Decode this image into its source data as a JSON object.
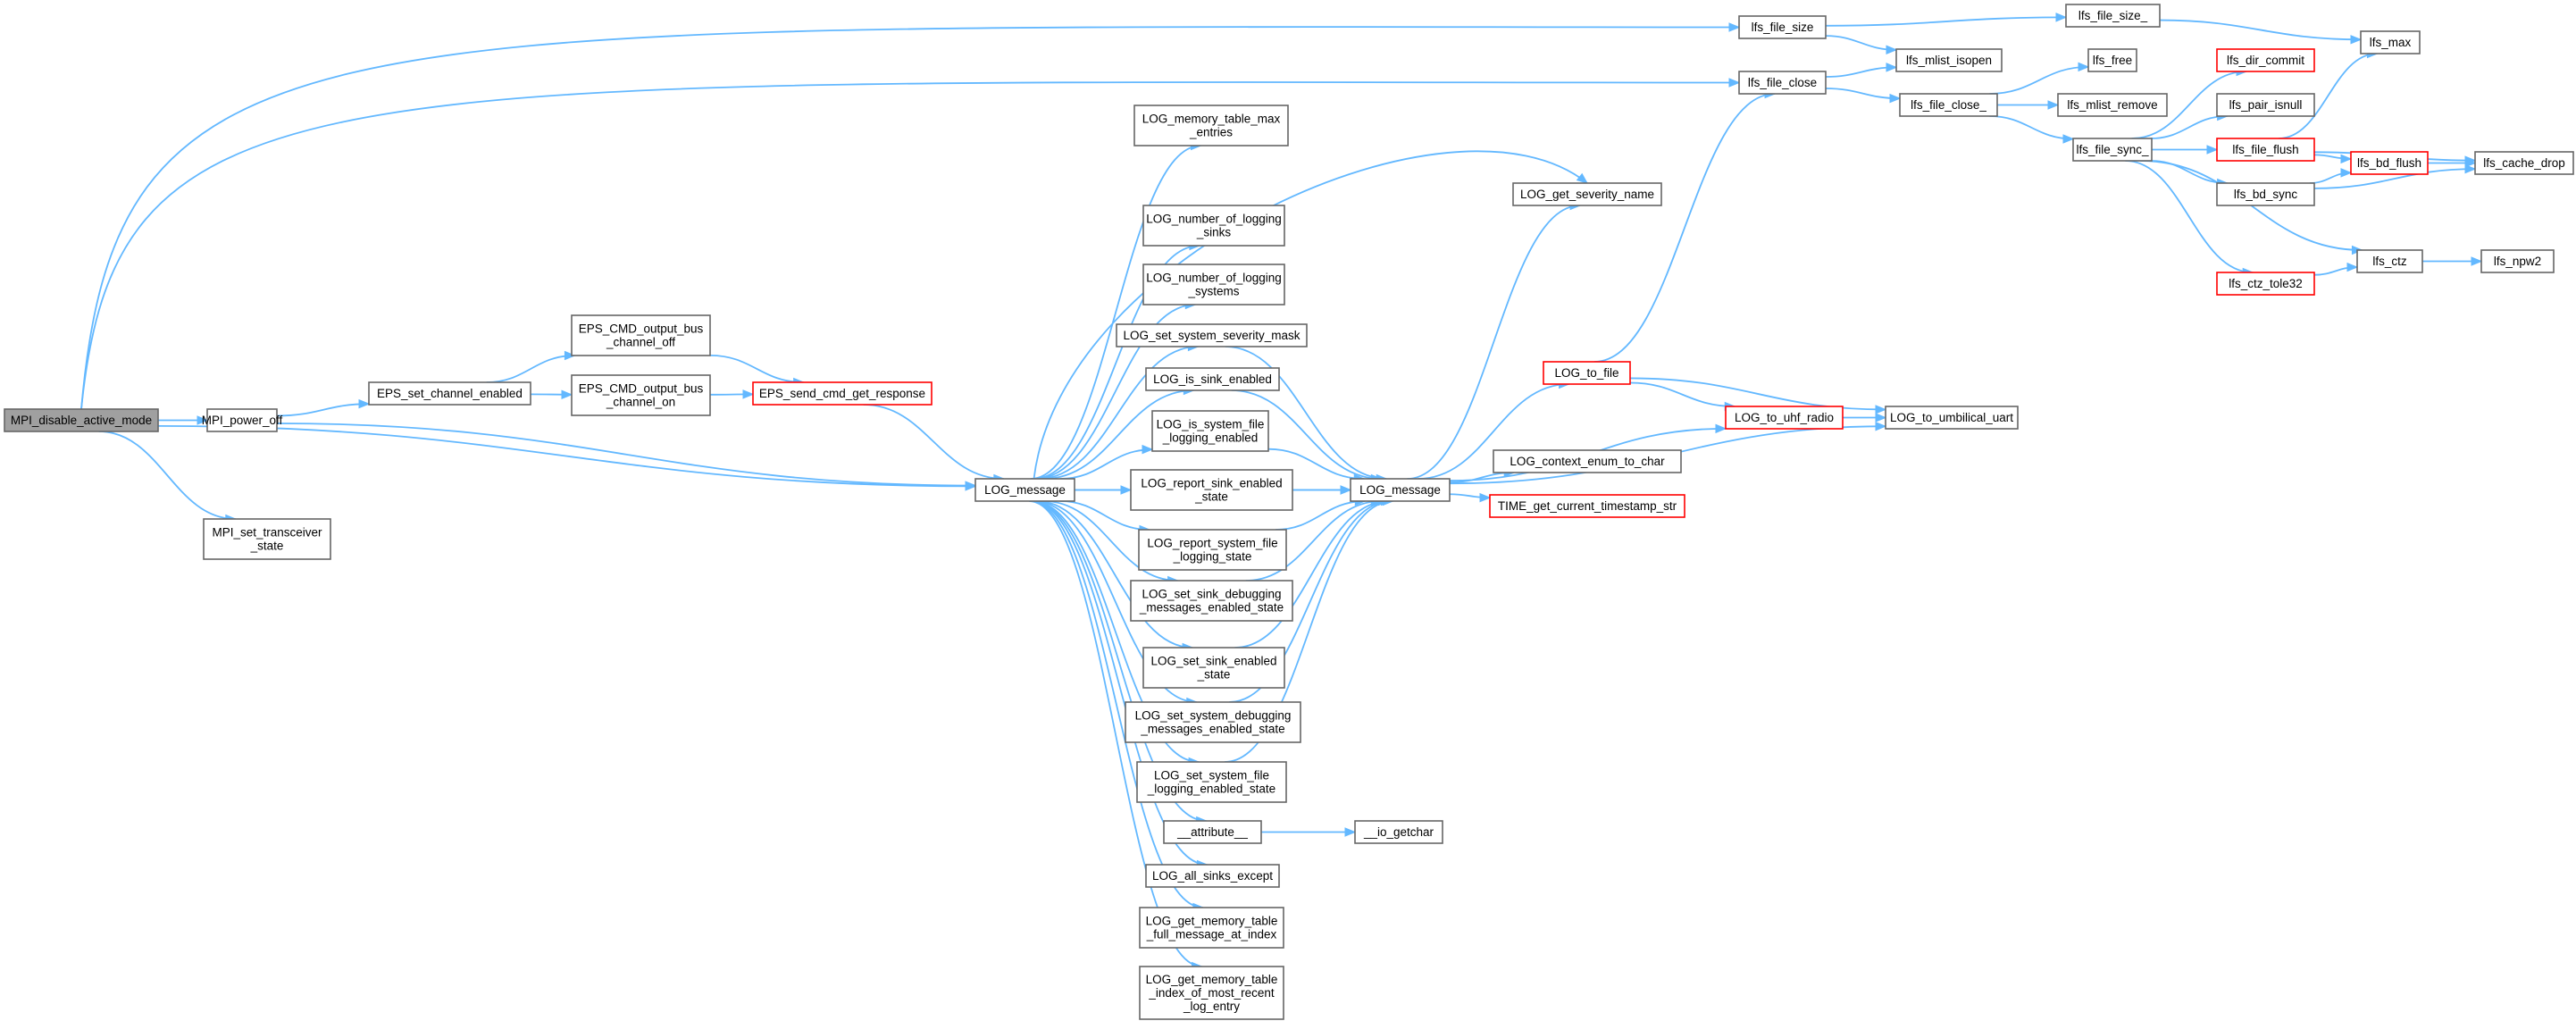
{
  "graph": {
    "nodes": [
      {
        "id": "mpi_disable_active_mode",
        "lines": [
          "MPI_disable_active_mode"
        ],
        "style": "root"
      },
      {
        "id": "mpi_power_off",
        "lines": [
          "MPI_power_off"
        ],
        "style": "normal"
      },
      {
        "id": "mpi_set_transceiver_state",
        "lines": [
          "MPI_set_transceiver",
          "_state"
        ],
        "style": "normal"
      },
      {
        "id": "eps_set_channel_enabled",
        "lines": [
          "EPS_set_channel_enabled"
        ],
        "style": "normal"
      },
      {
        "id": "eps_cmd_output_bus_channel_off",
        "lines": [
          "EPS_CMD_output_bus",
          "_channel_off"
        ],
        "style": "normal"
      },
      {
        "id": "eps_cmd_output_bus_channel_on",
        "lines": [
          "EPS_CMD_output_bus",
          "_channel_on"
        ],
        "style": "normal"
      },
      {
        "id": "eps_send_cmd_get_response",
        "lines": [
          "EPS_send_cmd_get_response"
        ],
        "style": "truncated"
      },
      {
        "id": "log_message_a",
        "lines": [
          "LOG_message"
        ],
        "style": "normal"
      },
      {
        "id": "log_memory_table_max_entries",
        "lines": [
          "LOG_memory_table_max",
          "_entries"
        ],
        "style": "normal"
      },
      {
        "id": "log_number_of_logging_sinks",
        "lines": [
          "LOG_number_of_logging",
          "_sinks"
        ],
        "style": "normal"
      },
      {
        "id": "log_number_of_logging_systems",
        "lines": [
          "LOG_number_of_logging",
          "_systems"
        ],
        "style": "normal"
      },
      {
        "id": "log_set_system_severity_mask",
        "lines": [
          "LOG_set_system_severity_mask"
        ],
        "style": "normal"
      },
      {
        "id": "log_is_sink_enabled",
        "lines": [
          "LOG_is_sink_enabled"
        ],
        "style": "normal"
      },
      {
        "id": "log_is_system_file_logging_enabled",
        "lines": [
          "LOG_is_system_file",
          "_logging_enabled"
        ],
        "style": "normal"
      },
      {
        "id": "log_report_sink_enabled_state",
        "lines": [
          "LOG_report_sink_enabled",
          "_state"
        ],
        "style": "normal"
      },
      {
        "id": "log_report_system_file_logging_state",
        "lines": [
          "LOG_report_system_file",
          "_logging_state"
        ],
        "style": "normal"
      },
      {
        "id": "log_set_sink_debugging_messages_enabled_state",
        "lines": [
          "LOG_set_sink_debugging",
          "_messages_enabled_state"
        ],
        "style": "normal"
      },
      {
        "id": "log_set_sink_enabled_state",
        "lines": [
          "LOG_set_sink_enabled",
          "_state"
        ],
        "style": "normal"
      },
      {
        "id": "log_set_system_debugging_messages_enabled_state",
        "lines": [
          "LOG_set_system_debugging",
          "_messages_enabled_state"
        ],
        "style": "normal"
      },
      {
        "id": "log_set_system_file_logging_enabled_state",
        "lines": [
          "LOG_set_system_file",
          "_logging_enabled_state"
        ],
        "style": "normal"
      },
      {
        "id": "attribute",
        "lines": [
          "__attribute__"
        ],
        "style": "normal"
      },
      {
        "id": "io_getchar",
        "lines": [
          "__io_getchar"
        ],
        "style": "normal"
      },
      {
        "id": "log_all_sinks_except",
        "lines": [
          "LOG_all_sinks_except"
        ],
        "style": "normal"
      },
      {
        "id": "log_get_memory_table_full_message_at_index",
        "lines": [
          "LOG_get_memory_table",
          "_full_message_at_index"
        ],
        "style": "normal"
      },
      {
        "id": "log_get_memory_table_index_of_most_recent_log_entry",
        "lines": [
          "LOG_get_memory_table",
          "_index_of_most_recent",
          "_log_entry"
        ],
        "style": "normal"
      },
      {
        "id": "log_message_b",
        "lines": [
          "LOG_message"
        ],
        "style": "normal"
      },
      {
        "id": "log_get_severity_name",
        "lines": [
          "LOG_get_severity_name"
        ],
        "style": "normal"
      },
      {
        "id": "log_to_file",
        "lines": [
          "LOG_to_file"
        ],
        "style": "truncated"
      },
      {
        "id": "log_to_uhf_radio",
        "lines": [
          "LOG_to_uhf_radio"
        ],
        "style": "truncated"
      },
      {
        "id": "log_to_umbilical_uart",
        "lines": [
          "LOG_to_umbilical_uart"
        ],
        "style": "normal"
      },
      {
        "id": "log_context_enum_to_char",
        "lines": [
          "LOG_context_enum_to_char"
        ],
        "style": "normal"
      },
      {
        "id": "time_get_current_timestamp_str",
        "lines": [
          "TIME_get_current_timestamp_str"
        ],
        "style": "truncated"
      },
      {
        "id": "lfs_file_size",
        "lines": [
          "lfs_file_size"
        ],
        "style": "normal"
      },
      {
        "id": "lfs_file_close",
        "lines": [
          "lfs_file_close"
        ],
        "style": "normal"
      },
      {
        "id": "lfs_file_size_",
        "lines": [
          "lfs_file_size_"
        ],
        "style": "normal"
      },
      {
        "id": "lfs_mlist_isopen",
        "lines": [
          "lfs_mlist_isopen"
        ],
        "style": "normal"
      },
      {
        "id": "lfs_file_close_",
        "lines": [
          "lfs_file_close_"
        ],
        "style": "normal"
      },
      {
        "id": "lfs_free",
        "lines": [
          "lfs_free"
        ],
        "style": "normal"
      },
      {
        "id": "lfs_mlist_remove",
        "lines": [
          "lfs_mlist_remove"
        ],
        "style": "normal"
      },
      {
        "id": "lfs_file_sync_",
        "lines": [
          "lfs_file_sync_"
        ],
        "style": "normal"
      },
      {
        "id": "lfs_max",
        "lines": [
          "lfs_max"
        ],
        "style": "normal"
      },
      {
        "id": "lfs_dir_commit",
        "lines": [
          "lfs_dir_commit"
        ],
        "style": "truncated"
      },
      {
        "id": "lfs_pair_isnull",
        "lines": [
          "lfs_pair_isnull"
        ],
        "style": "normal"
      },
      {
        "id": "lfs_file_flush",
        "lines": [
          "lfs_file_flush"
        ],
        "style": "truncated"
      },
      {
        "id": "lfs_bd_flush",
        "lines": [
          "lfs_bd_flush"
        ],
        "style": "truncated"
      },
      {
        "id": "lfs_bd_sync",
        "lines": [
          "lfs_bd_sync"
        ],
        "style": "normal"
      },
      {
        "id": "lfs_cache_drop",
        "lines": [
          "lfs_cache_drop"
        ],
        "style": "normal"
      },
      {
        "id": "lfs_ctz",
        "lines": [
          "lfs_ctz"
        ],
        "style": "normal"
      },
      {
        "id": "lfs_ctz_tole32",
        "lines": [
          "lfs_ctz_tole32"
        ],
        "style": "truncated"
      },
      {
        "id": "lfs_npw2",
        "lines": [
          "lfs_npw2"
        ],
        "style": "normal"
      }
    ],
    "edges": [
      [
        "mpi_disable_active_mode",
        "mpi_power_off"
      ],
      [
        "mpi_disable_active_mode",
        "mpi_set_transceiver_state"
      ],
      [
        "mpi_disable_active_mode",
        "log_message_a"
      ],
      [
        "mpi_disable_active_mode",
        "lfs_file_size"
      ],
      [
        "mpi_disable_active_mode",
        "lfs_file_close"
      ],
      [
        "mpi_power_off",
        "eps_set_channel_enabled"
      ],
      [
        "mpi_power_off",
        "log_message_a"
      ],
      [
        "eps_set_channel_enabled",
        "eps_cmd_output_bus_channel_off"
      ],
      [
        "eps_set_channel_enabled",
        "eps_cmd_output_bus_channel_on"
      ],
      [
        "eps_cmd_output_bus_channel_off",
        "eps_send_cmd_get_response"
      ],
      [
        "eps_cmd_output_bus_channel_on",
        "eps_send_cmd_get_response"
      ],
      [
        "eps_send_cmd_get_response",
        "log_message_a"
      ],
      [
        "log_message_a",
        "log_memory_table_max_entries"
      ],
      [
        "log_message_a",
        "log_get_severity_name"
      ],
      [
        "log_message_a",
        "log_number_of_logging_sinks"
      ],
      [
        "log_message_a",
        "log_number_of_logging_systems"
      ],
      [
        "log_message_a",
        "log_set_system_severity_mask"
      ],
      [
        "log_message_a",
        "log_is_sink_enabled"
      ],
      [
        "log_message_a",
        "log_is_system_file_logging_enabled"
      ],
      [
        "log_message_a",
        "log_report_sink_enabled_state"
      ],
      [
        "log_message_a",
        "log_report_system_file_logging_state"
      ],
      [
        "log_message_a",
        "log_set_sink_debugging_messages_enabled_state"
      ],
      [
        "log_message_a",
        "log_set_sink_enabled_state"
      ],
      [
        "log_message_a",
        "log_set_system_debugging_messages_enabled_state"
      ],
      [
        "log_message_a",
        "log_set_system_file_logging_enabled_state"
      ],
      [
        "log_message_a",
        "attribute"
      ],
      [
        "log_message_a",
        "log_all_sinks_except"
      ],
      [
        "log_message_a",
        "log_get_memory_table_full_message_at_index"
      ],
      [
        "log_message_a",
        "log_get_memory_table_index_of_most_recent_log_entry"
      ],
      [
        "log_message_a",
        "log_message_b"
      ],
      [
        "log_set_system_severity_mask",
        "log_message_b"
      ],
      [
        "log_is_sink_enabled",
        "log_message_b"
      ],
      [
        "log_is_system_file_logging_enabled",
        "log_message_b"
      ],
      [
        "log_report_sink_enabled_state",
        "log_message_b"
      ],
      [
        "log_report_system_file_logging_state",
        "log_message_b"
      ],
      [
        "log_set_sink_debugging_messages_enabled_state",
        "log_message_b"
      ],
      [
        "log_set_sink_enabled_state",
        "log_message_b"
      ],
      [
        "log_set_system_debugging_messages_enabled_state",
        "log_message_b"
      ],
      [
        "log_set_system_file_logging_enabled_state",
        "log_message_b"
      ],
      [
        "attribute",
        "io_getchar"
      ],
      [
        "log_message_b",
        "log_get_severity_name"
      ],
      [
        "log_message_b",
        "log_to_file"
      ],
      [
        "log_message_b",
        "log_to_uhf_radio"
      ],
      [
        "log_message_b",
        "log_context_enum_to_char"
      ],
      [
        "log_message_b",
        "time_get_current_timestamp_str"
      ],
      [
        "log_message_b",
        "log_to_umbilical_uart"
      ],
      [
        "log_to_file",
        "lfs_file_close"
      ],
      [
        "log_to_file",
        "log_to_uhf_radio"
      ],
      [
        "log_to_file",
        "log_to_umbilical_uart"
      ],
      [
        "log_to_uhf_radio",
        "log_to_umbilical_uart"
      ],
      [
        "lfs_file_size",
        "lfs_file_size_"
      ],
      [
        "lfs_file_size",
        "lfs_mlist_isopen"
      ],
      [
        "lfs_file_close",
        "lfs_mlist_isopen"
      ],
      [
        "lfs_file_close",
        "lfs_file_close_"
      ],
      [
        "lfs_file_size_",
        "lfs_max"
      ],
      [
        "lfs_file_close_",
        "lfs_free"
      ],
      [
        "lfs_file_close_",
        "lfs_mlist_remove"
      ],
      [
        "lfs_file_close_",
        "lfs_file_sync_"
      ],
      [
        "lfs_file_sync_",
        "lfs_dir_commit"
      ],
      [
        "lfs_file_sync_",
        "lfs_pair_isnull"
      ],
      [
        "lfs_file_sync_",
        "lfs_file_flush"
      ],
      [
        "lfs_file_sync_",
        "lfs_bd_sync"
      ],
      [
        "lfs_file_sync_",
        "lfs_ctz"
      ],
      [
        "lfs_file_sync_",
        "lfs_ctz_tole32"
      ],
      [
        "lfs_file_flush",
        "lfs_max"
      ],
      [
        "lfs_file_flush",
        "lfs_bd_flush"
      ],
      [
        "lfs_file_flush",
        "lfs_cache_drop"
      ],
      [
        "lfs_bd_flush",
        "lfs_cache_drop"
      ],
      [
        "lfs_bd_sync",
        "lfs_bd_flush"
      ],
      [
        "lfs_bd_sync",
        "lfs_cache_drop"
      ],
      [
        "lfs_ctz_tole32",
        "lfs_ctz"
      ],
      [
        "lfs_ctz",
        "lfs_npw2"
      ]
    ]
  }
}
